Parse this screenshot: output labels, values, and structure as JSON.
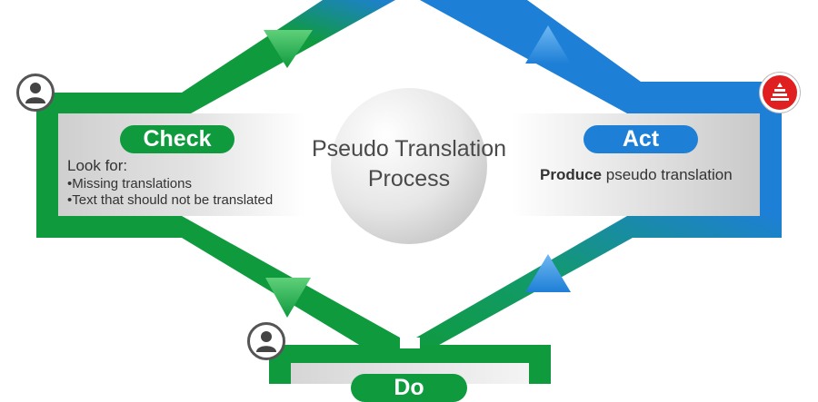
{
  "diagram": {
    "center_title_line1": "Pseudo Translation",
    "center_title_line2": "Process"
  },
  "check": {
    "label": "Check",
    "heading": "Look for:",
    "items": [
      "•Missing translations",
      "•Text that should not be translated"
    ]
  },
  "act": {
    "label": "Act",
    "desc_bold": "Produce",
    "desc_rest": " pseudo translation"
  },
  "do": {
    "label": "Do"
  },
  "icons": {
    "check_role": "person-icon",
    "act_role": "stack-warning-icon",
    "do_role": "person-icon"
  },
  "colors": {
    "green": "#0f9a3e",
    "blue": "#1e7fd6",
    "check_label_bg": "#0f9a3e",
    "act_label_bg": "#1e7fd6",
    "act_badge": "#e02020"
  }
}
